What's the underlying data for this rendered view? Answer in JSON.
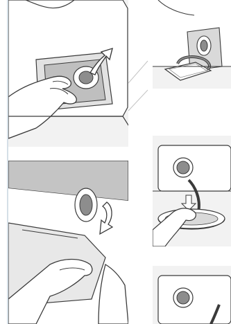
{
  "figure": {
    "description_visible_text": "",
    "panels": [
      {
        "id": "open-flap"
      },
      {
        "id": "filter-removed"
      },
      {
        "id": "drain-bowl"
      },
      {
        "id": "filter-closeup"
      },
      {
        "id": "install-lower"
      }
    ]
  },
  "colors": {
    "line": "#3a3a3a",
    "paper": "#ffffff",
    "panel_fill": "#f2f2f2",
    "shade": "#b9b9b9",
    "dark_shade": "#8d8d8d",
    "frame": "#d5dfe7"
  }
}
